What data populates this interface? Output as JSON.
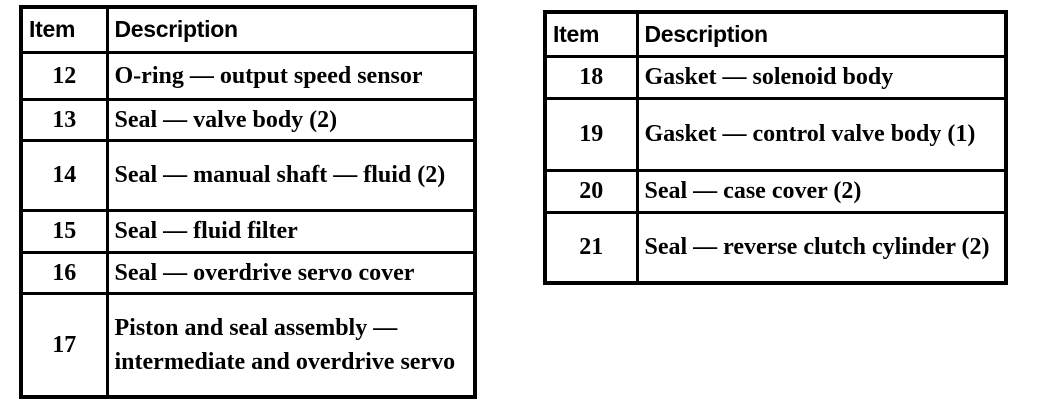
{
  "page": {
    "background": "#ffffff",
    "text_color": "#000000",
    "border_color": "#000000"
  },
  "tables": [
    {
      "name": "parts-table-items-12-17",
      "headers": {
        "item": "Item",
        "description": "Description"
      },
      "rows": [
        {
          "item": "12",
          "description": "O-ring — output speed sensor"
        },
        {
          "item": "13",
          "description": "Seal — valve body (2)"
        },
        {
          "item": "14",
          "description": "Seal — manual shaft — fluid (2)"
        },
        {
          "item": "15",
          "description": "Seal — fluid filter"
        },
        {
          "item": "16",
          "description": "Seal — overdrive servo cover"
        },
        {
          "item": "17",
          "description": "Piston and seal assembly — intermediate and overdrive servo"
        }
      ]
    },
    {
      "name": "parts-table-items-18-21",
      "headers": {
        "item": "Item",
        "description": "Description"
      },
      "rows": [
        {
          "item": "18",
          "description": "Gasket — solenoid body"
        },
        {
          "item": "19",
          "description": "Gasket — control valve body (1)"
        },
        {
          "item": "20",
          "description": "Seal — case cover (2)"
        },
        {
          "item": "21",
          "description": "Seal — reverse clutch cylinder (2)"
        }
      ]
    }
  ]
}
